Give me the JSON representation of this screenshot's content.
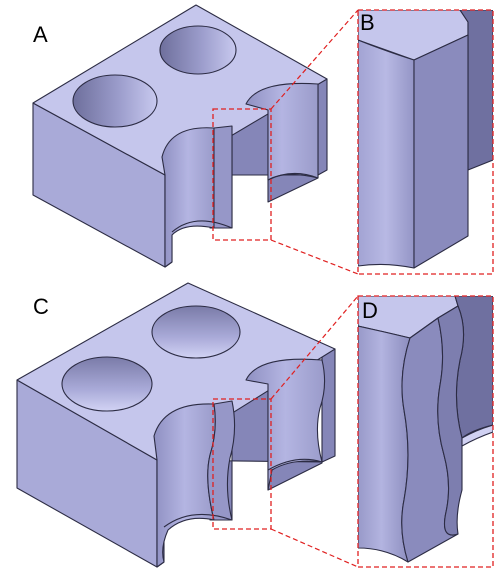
{
  "panels": [
    {
      "id": "A",
      "label": "A"
    },
    {
      "id": "B",
      "label": "B"
    },
    {
      "id": "C",
      "label": "C"
    },
    {
      "id": "D",
      "label": "D"
    }
  ],
  "colors": {
    "block_top": "#c5c6ec",
    "block_left": "#a9aad8",
    "block_right": "#8586b8",
    "hole_shadow": "#6e6f9c",
    "hole_light": "#b9bae4",
    "zoom_outline": "#e02020"
  }
}
